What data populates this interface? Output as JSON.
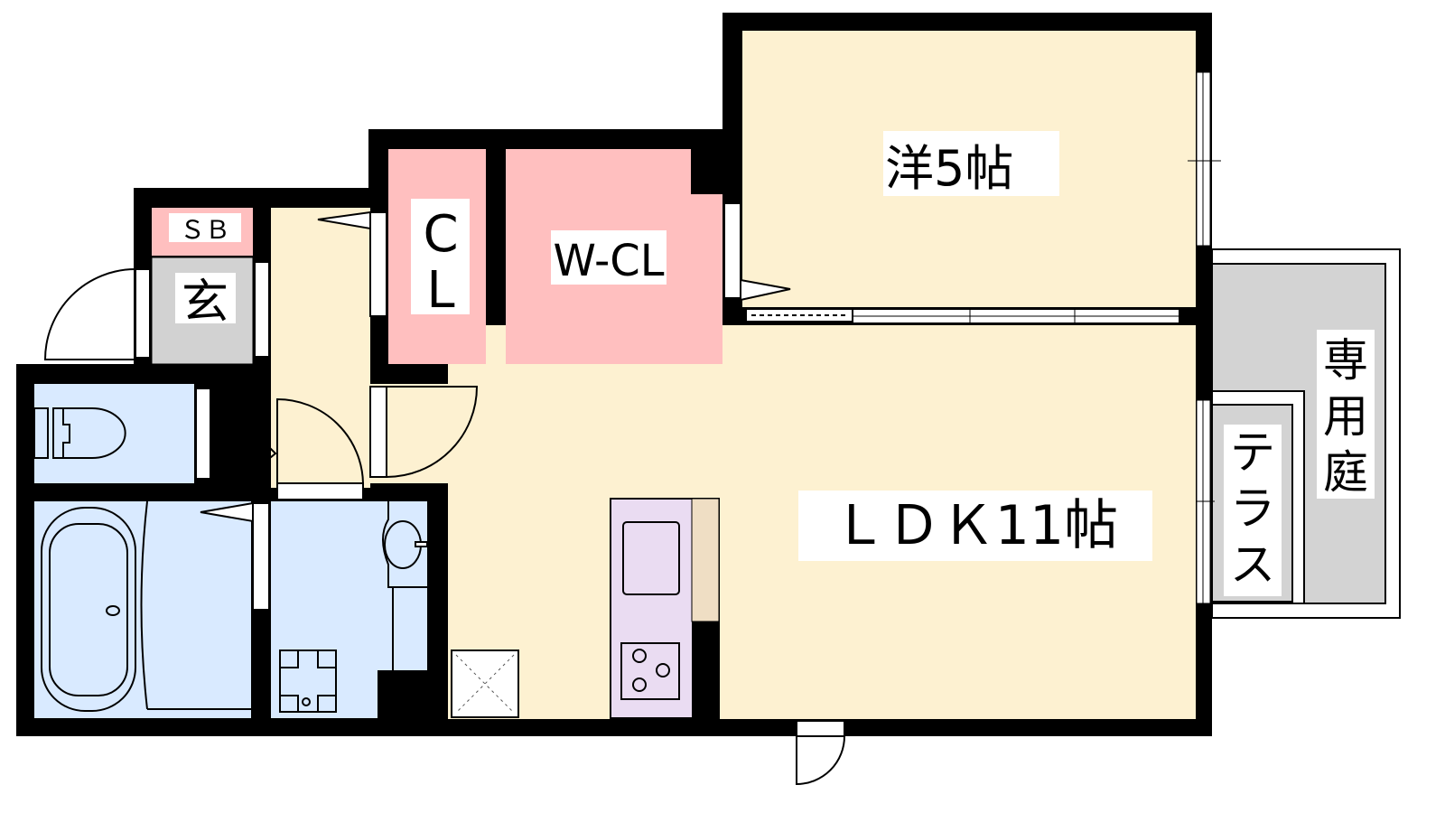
{
  "floorplan": {
    "rooms": {
      "western": "洋5帖",
      "walkin_closet": "W-CL",
      "closet_c": "C",
      "closet_l": "L",
      "shoe_box": "ＳＢ",
      "entrance": "玄",
      "ldk": "ＬＤＫ11帖",
      "terrace": [
        "テ",
        "ラ",
        "ス"
      ],
      "private_garden": [
        "専",
        "用",
        "庭"
      ]
    },
    "colors": {
      "living": "#fdf1d1",
      "storage": "#ffbfbf",
      "wet": "#d9eaff",
      "entrance": "#d2d2d2",
      "kitchen": "#eadcf2",
      "counter": "#efdec4",
      "garden": "#d3d3d3",
      "wall": "#000000"
    }
  }
}
